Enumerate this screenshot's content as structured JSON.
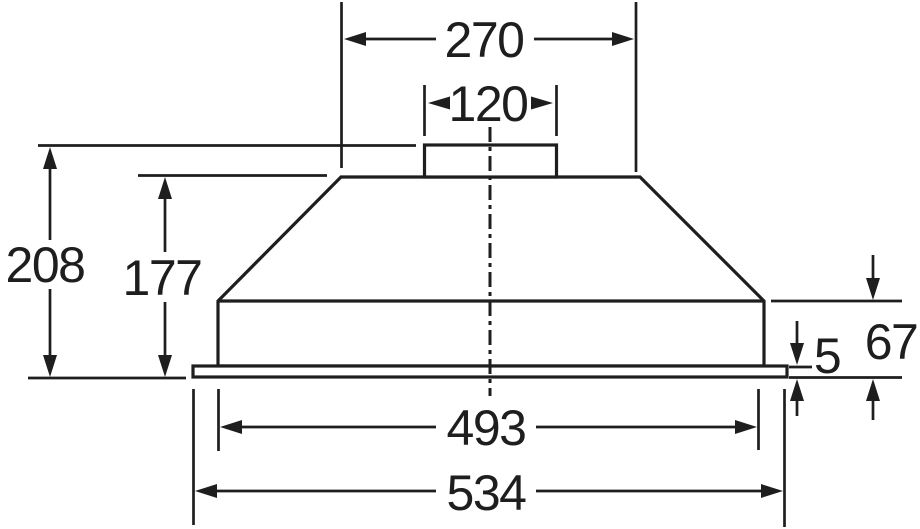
{
  "diagram": {
    "kind": "technical dimension drawing",
    "colors": {
      "line": "#1e1e1e",
      "background": "#ffffff"
    },
    "dimensions": {
      "hood_top_width": "270",
      "duct_collar_width": "120",
      "total_height": "208",
      "body_height": "177",
      "base_width": "493",
      "flange_width": "534",
      "flange_thickness": "5",
      "base_height": "67"
    }
  }
}
